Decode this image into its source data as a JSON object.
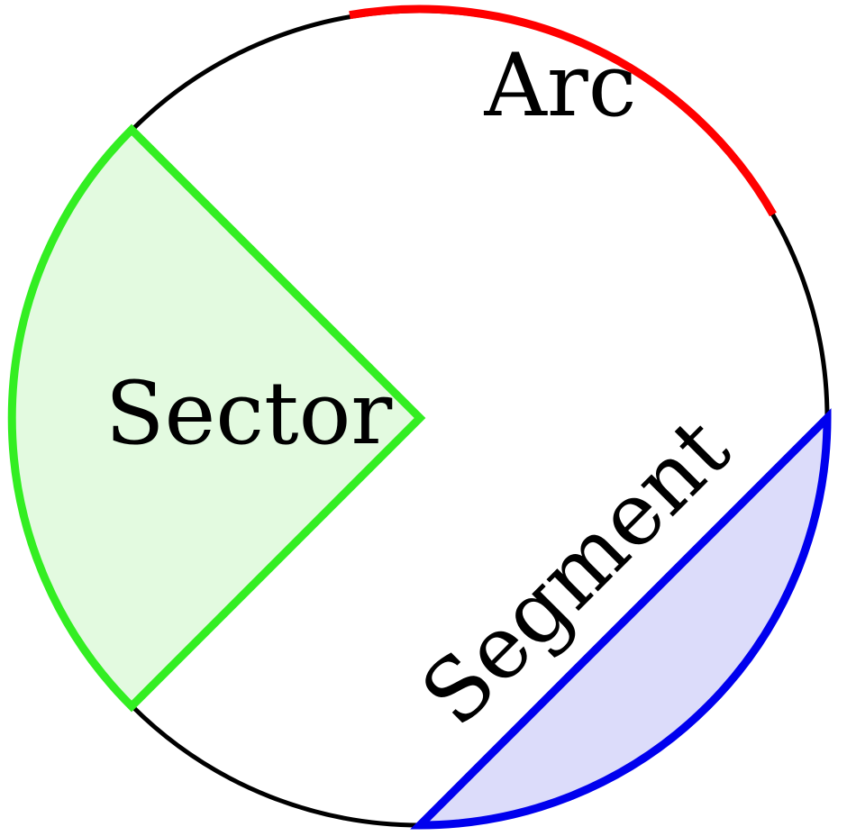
{
  "diagram": {
    "labels": {
      "arc": "Arc",
      "sector": "Sector",
      "segment": "Segment"
    },
    "colors": {
      "circle": "#000000",
      "arc": "#ff0000",
      "sector_stroke": "#33ee22",
      "sector_fill": "#e3fae0",
      "segment_stroke": "#0000ee",
      "segment_fill": "#dcdcfa",
      "text": "#000000"
    }
  }
}
